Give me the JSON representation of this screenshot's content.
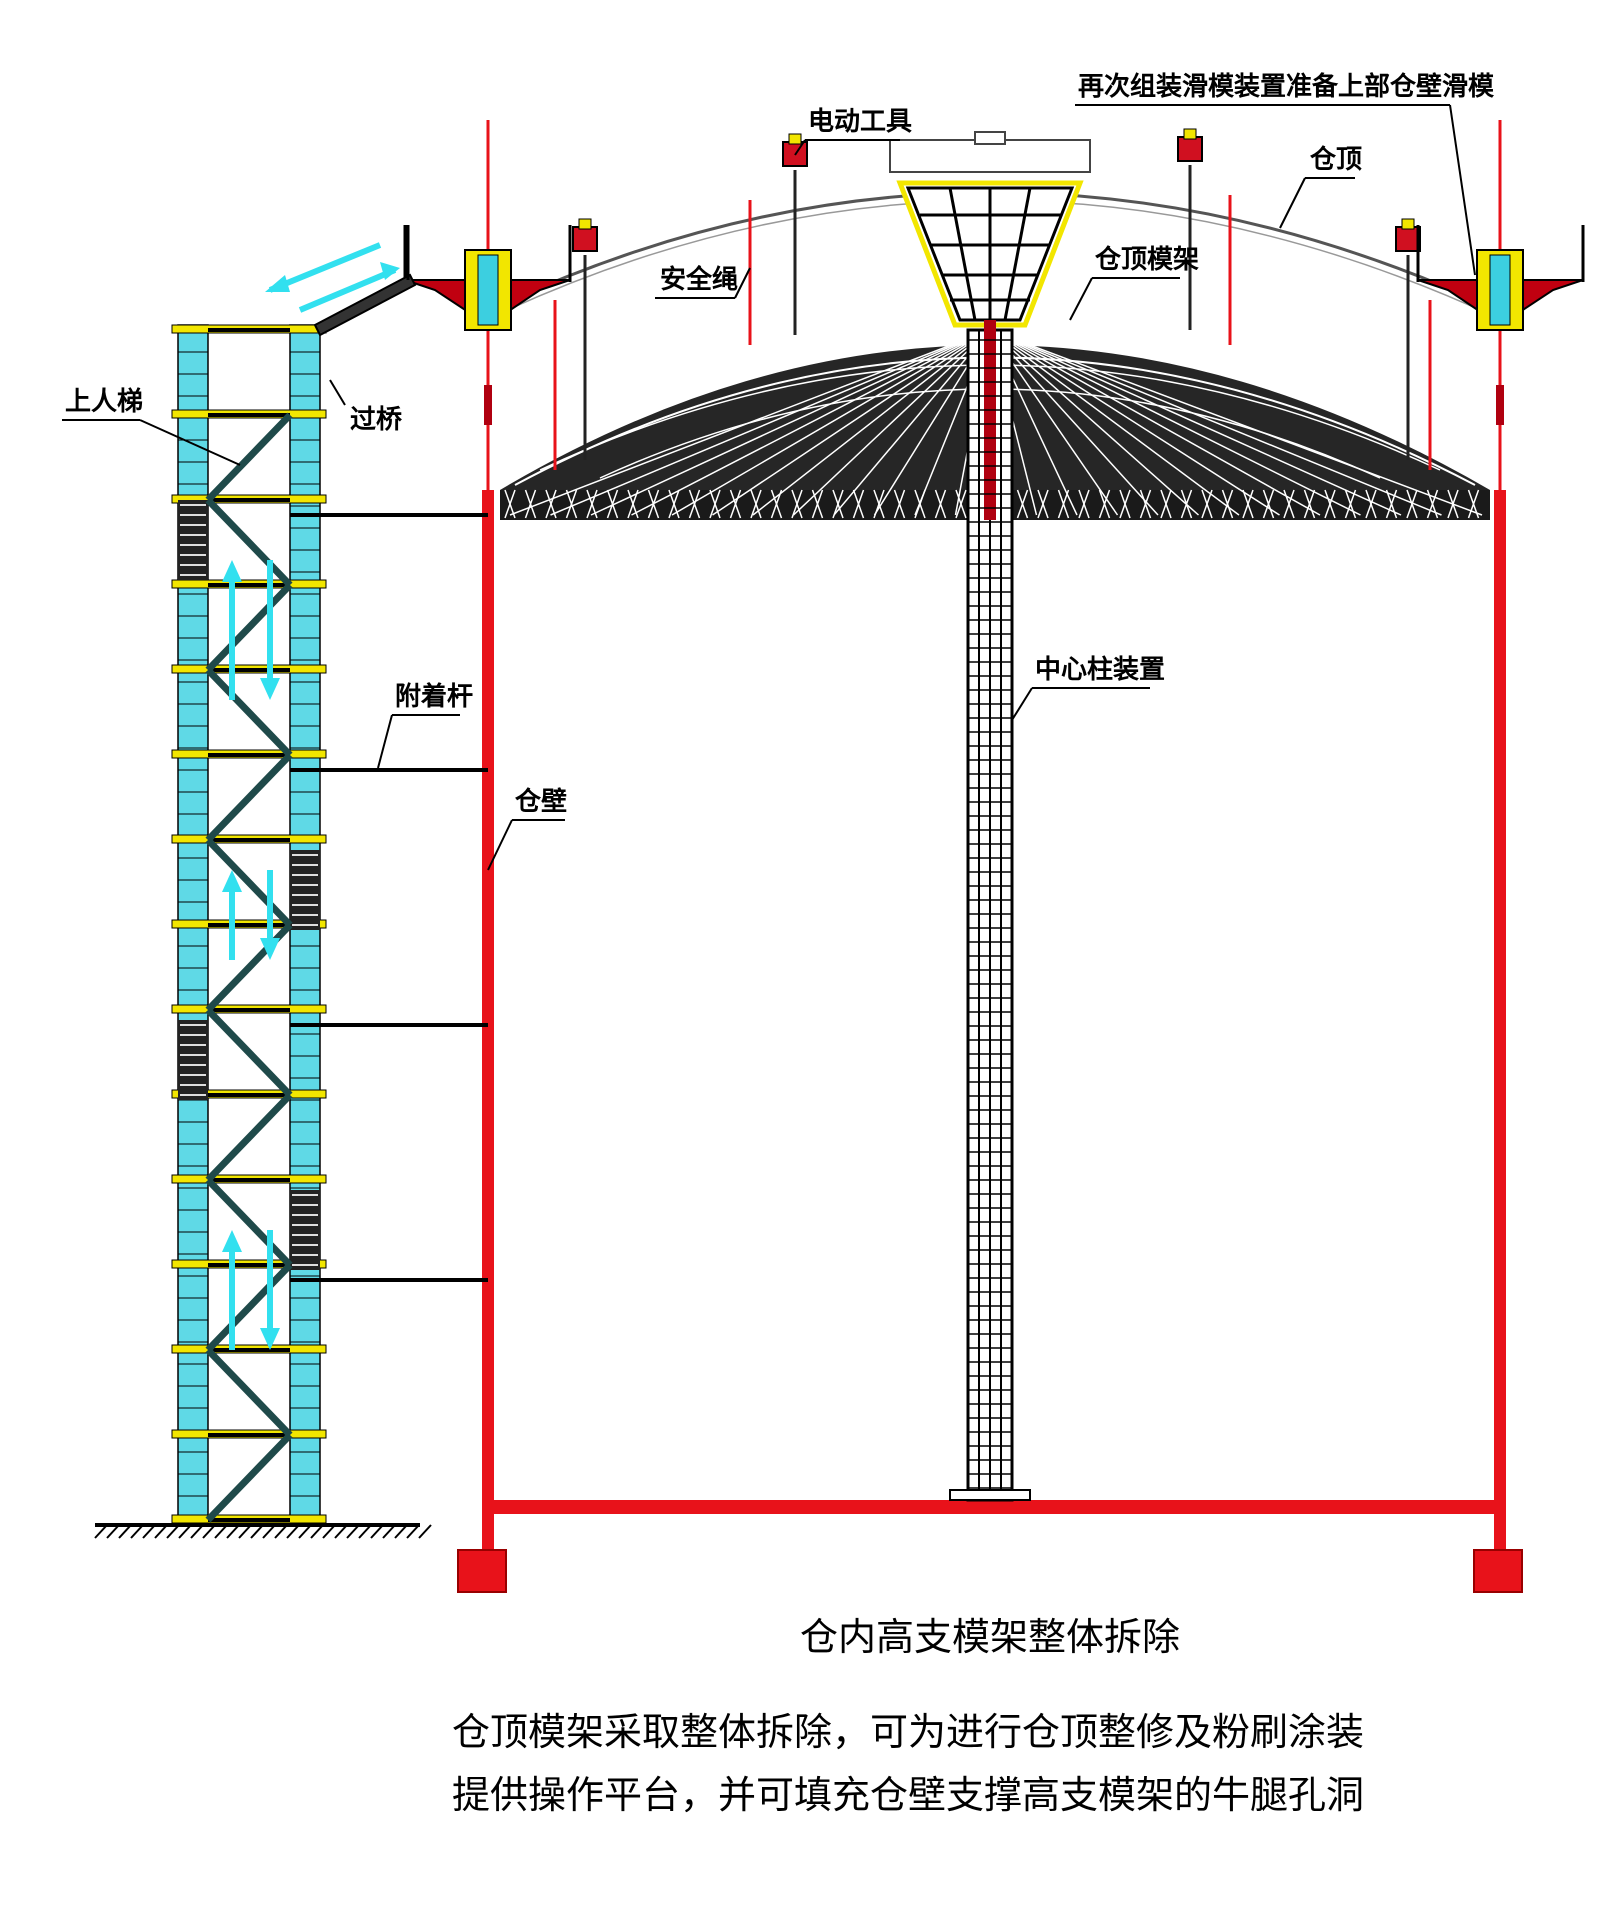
{
  "labels": {
    "reassemble": "再次组装滑模装置准备上部仓壁滑模",
    "power_tool": "电动工具",
    "roof": "仓顶",
    "safety_rope": "安全绳",
    "roof_formwork": "仓顶模架",
    "ladder": "上人梯",
    "bridge": "过桥",
    "attach_rod": "附着杆",
    "silo_wall": "仓壁",
    "center_column": "中心柱装置"
  },
  "title": "仓内高支模架整体拆除",
  "caption": {
    "line1": "仓顶模架采取整体拆除，可为进行仓顶整修及粉刷涂装",
    "line2": "提供操作平台，并可填充仓壁支撑高支模架的牛腿孔洞"
  },
  "colors": {
    "wall_red": "#e8121a",
    "dark_red": "#b00010",
    "scaffold_cyan": "#5fd9e6",
    "yellow": "#f2e600",
    "black": "#000000",
    "arrow_cyan": "#32e0ef"
  }
}
